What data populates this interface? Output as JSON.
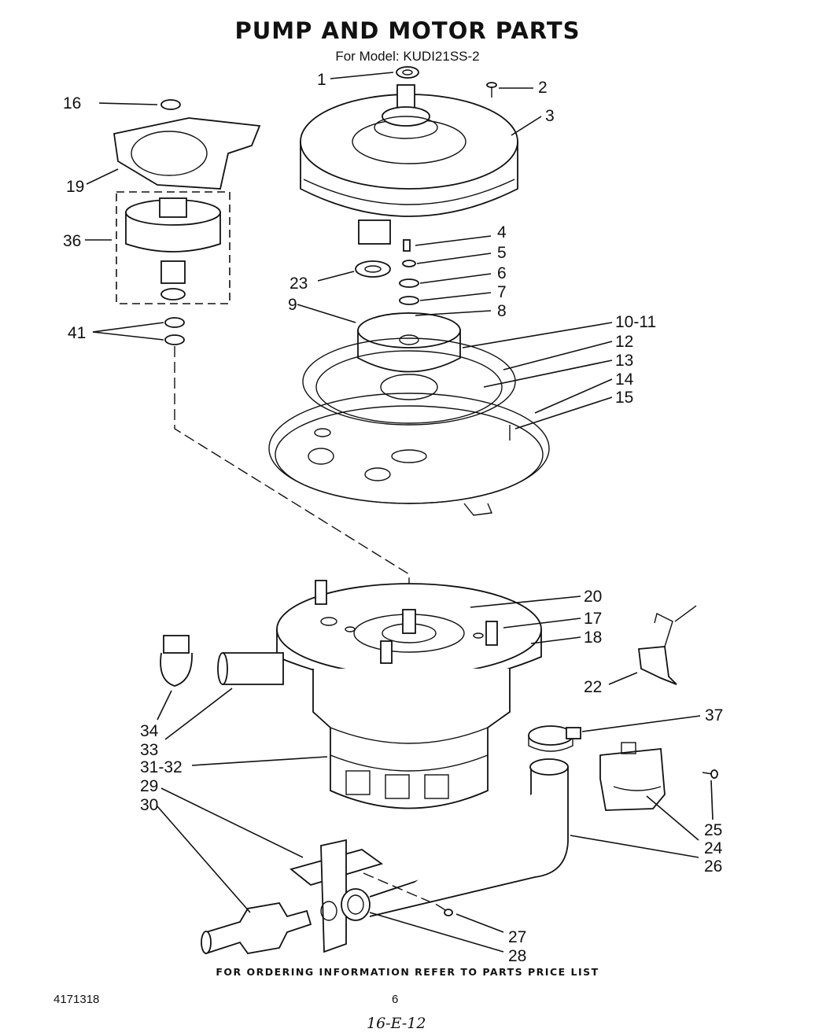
{
  "header": {
    "title": "PUMP AND MOTOR PARTS",
    "model": "For Model: KUDI21SS-2"
  },
  "callouts": [
    "1",
    "2",
    "3",
    "16",
    "19",
    "36",
    "4",
    "5",
    "6",
    "7",
    "8",
    "9",
    "23",
    "41",
    "10-11",
    "12",
    "13",
    "14",
    "15",
    "20",
    "17",
    "18",
    "22",
    "34",
    "33",
    "31-32",
    "37",
    "29",
    "30",
    "25",
    "24",
    "26",
    "27",
    "28"
  ],
  "footer": {
    "ordering_note": "FOR ORDERING INFORMATION REFER TO PARTS PRICE LIST",
    "doc_number": "4171318",
    "page_number": "6",
    "handwritten_note": "16-E-12"
  }
}
